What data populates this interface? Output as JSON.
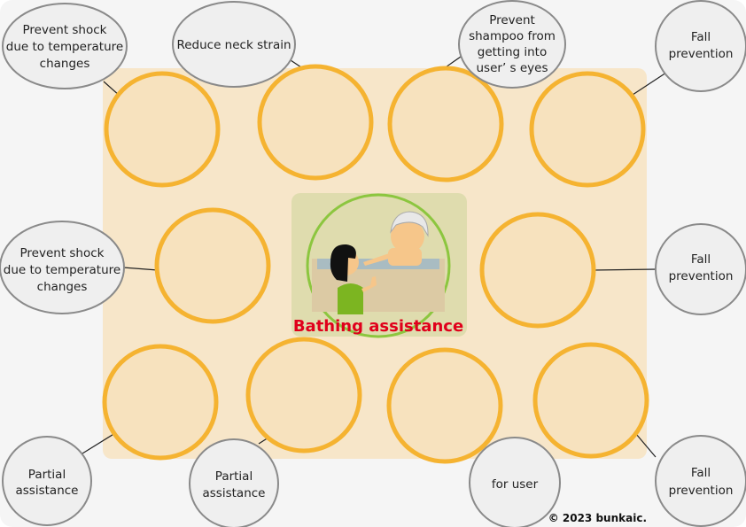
{
  "title": "Bathing assistance",
  "copyright": "© 2023 bunkaic.",
  "colors": {
    "slot_fill": "#f7e2be",
    "slot_stroke": "#f5b331",
    "title_red": "#e0001b",
    "center_ring": "#8cc63f"
  },
  "bubbles": [
    {
      "lines": [
        "Prevent shock",
        "due to temperature",
        "changes"
      ]
    },
    {
      "lines": [
        "Reduce neck strain"
      ]
    },
    {
      "lines": [
        "Prevent",
        "shampoo from",
        "getting into",
        "user’ s eyes"
      ]
    },
    {
      "lines": [
        "Fall",
        "prevention"
      ]
    },
    {
      "lines": [
        "Prevent shock",
        "due to temperature",
        "changes"
      ]
    },
    {
      "lines": [
        "Fall",
        "prevention"
      ]
    },
    {
      "lines": [
        "Partial",
        "assistance"
      ]
    },
    {
      "lines": [
        "Partial",
        "assistance"
      ]
    },
    {
      "lines": [
        "for user"
      ]
    },
    {
      "lines": [
        "Fall",
        "prevention"
      ]
    }
  ]
}
